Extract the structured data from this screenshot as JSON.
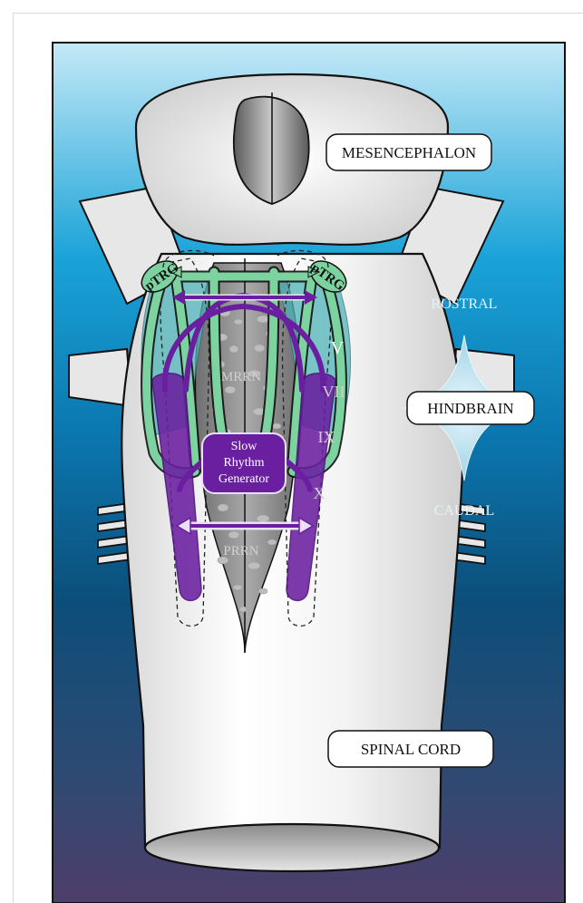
{
  "labels": {
    "mesencephalon": "MESENCEPHALON",
    "hindbrain": "HINDBRAIN",
    "spinal_cord": "SPINAL CORD",
    "rostral": "ROSTRAL",
    "caudal": "CAUDAL",
    "ptrg_left": "pTRG",
    "ptrg_right": "pTRG",
    "mrrn": "MRRN",
    "prrn": "PRRN",
    "nerve_v": "V",
    "nerve_vii": "VII",
    "nerve_ix": "IX",
    "nerve_x": "X",
    "srg_line1": "Slow",
    "srg_line2": "Rhythm",
    "srg_line3": "Generator"
  },
  "colors": {
    "bg_top": "#bfe6f5",
    "bg_mid": "#0d8fc7",
    "bg_low": "#0d4a73",
    "bg_bottom": "#4a3a6a",
    "green": "#6fcf97",
    "green_dark": "#2f6b3f",
    "purple": "#6a1fa0",
    "teal": "#4fb3b8",
    "tissue_white": "#f2f2f2",
    "tissue_gray": "#8c8c8c"
  }
}
